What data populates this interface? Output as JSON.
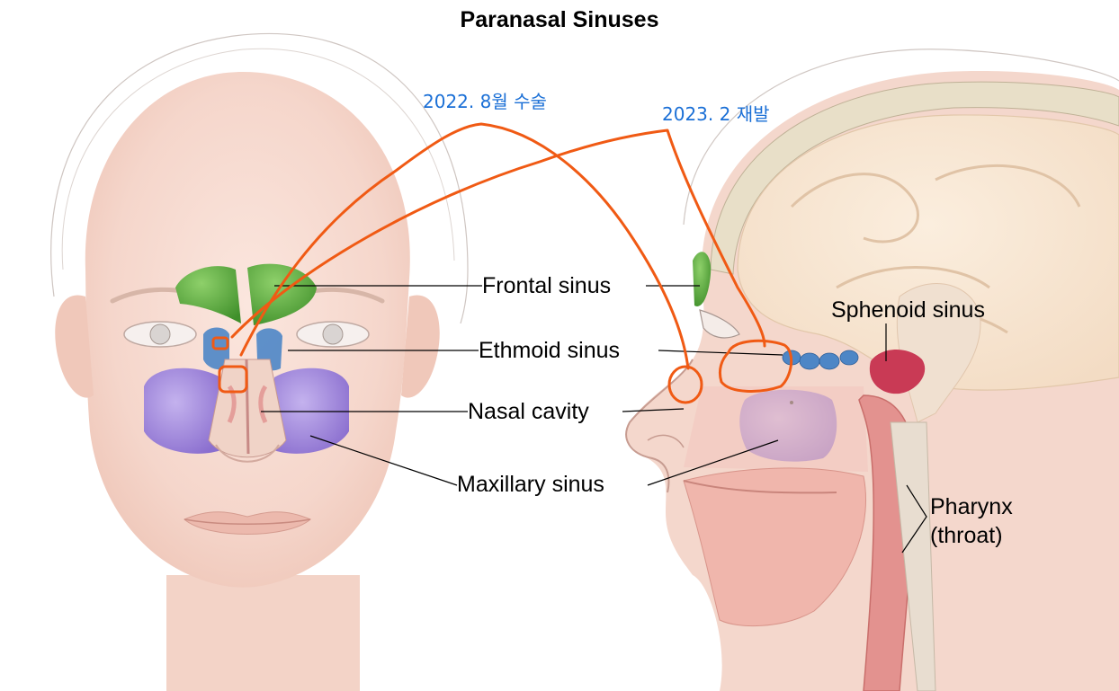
{
  "title": "Paranasal Sinuses",
  "labels": {
    "frontal": "Frontal sinus",
    "ethmoid": "Ethmoid sinus",
    "nasal": "Nasal cavity",
    "maxillary": "Maxillary sinus",
    "sphenoid": "Sphenoid sinus",
    "pharynx_line1": "Pharynx",
    "pharynx_line2": "(throat)"
  },
  "annotations": {
    "surgery": "2022. 8월 수술",
    "recurrence": "2023. 2 재발"
  },
  "colors": {
    "annotation_text": "#1a6fd6",
    "annotation_ink": "#f05a14",
    "frontal_sinus": "#5aa83c",
    "ethmoid_sinus": "#3f7ec0",
    "maxillary_sinus": "#9a7fd6",
    "sphenoid_sinus": "#c8354f",
    "skin": "#f6d9cf"
  }
}
